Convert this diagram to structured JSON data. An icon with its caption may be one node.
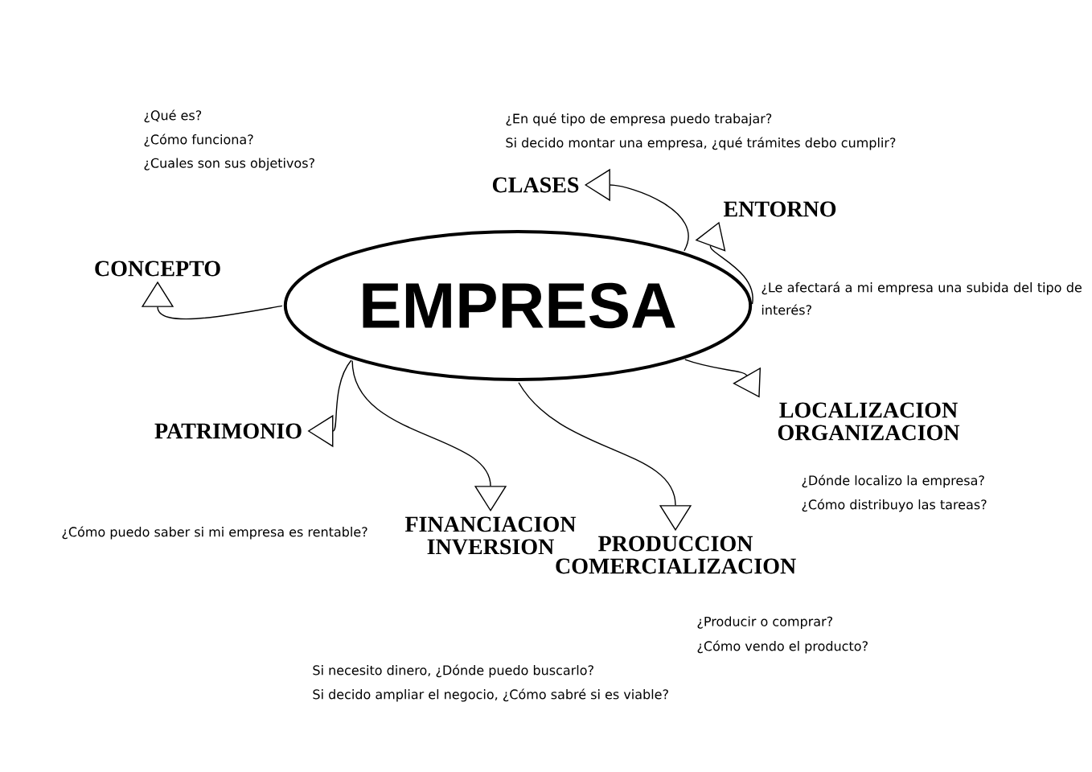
{
  "diagram": {
    "nodes": [
      {
        "text": [
          "EMPRESA"
        ]
      },
      {
        "text": [
          "CONCEPTO"
        ]
      },
      {
        "text": [
          "CLASES"
        ]
      },
      {
        "text": [
          "ENTORNO"
        ]
      },
      {
        "text": [
          "LOCALIZACION ORGANIZACION"
        ]
      },
      {
        "text": [
          "PRODUCCION COMERCIALIZACION"
        ]
      },
      {
        "text": [
          "FINANCIACION INVERSION"
        ]
      },
      {
        "text": [
          "PATRIMONIO"
        ]
      }
    ],
    "edges": [
      {
        "from": 0,
        "to": 1,
        "arrow": "to"
      },
      {
        "from": 0,
        "to": 2,
        "arrow": "to"
      },
      {
        "from": 0,
        "to": 3,
        "arrow": "to"
      },
      {
        "from": 0,
        "to": 4,
        "arrow": "to"
      },
      {
        "from": 0,
        "to": 5,
        "arrow": "to"
      },
      {
        "from": 0,
        "to": 6,
        "arrow": "to"
      },
      {
        "from": 0,
        "to": 7,
        "arrow": "to"
      }
    ],
    "labels": [
      "¿Qué es?",
      "¿Cómo funciona?",
      "¿Cuales son sus objetivos?",
      "¿En qué tipo de empresa puedo trabajar?",
      "Si decido montar una empresa, ¿qué trámites debo cumplir?",
      "¿Le afectará a mi empresa una subida del tipo de interés?",
      "¿Cómo puedo saber si mi empresa es rentable?",
      "¿Dónde localizo la empresa?",
      "¿Cómo distribuyo las tareas?",
      "¿Producir o comprar?",
      "¿Cómo vendo el producto?",
      "Si necesito dinero, ¿Dónde puedo buscarlo?",
      "Si decido ampliar el negocio, ¿Cómo sabré si es viable?"
    ]
  }
}
